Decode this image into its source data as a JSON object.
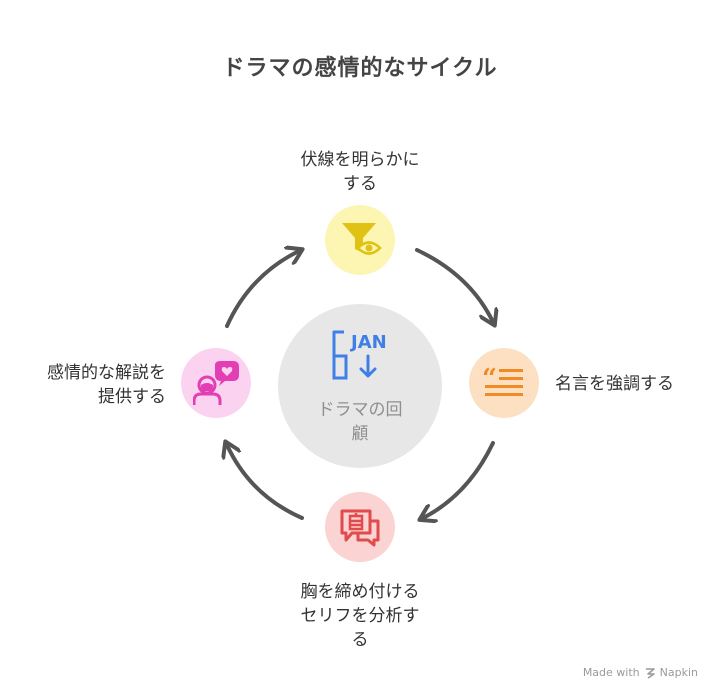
{
  "title": "ドラマの感情的なサイクル",
  "center": {
    "label_line1": "ドラマの回",
    "label_line2": "顧",
    "icon": "calendar-jan-download-icon"
  },
  "nodes": [
    {
      "id": "top",
      "label_line1": "伏線を明らかに",
      "label_line2": "する",
      "icon": "filter-eye-icon",
      "bg": "#fdf6b3",
      "color": "#e0c215"
    },
    {
      "id": "right",
      "label_line1": "名言を強調する",
      "icon": "quote-lines-icon",
      "bg": "#fde0c2",
      "color": "#f08a24"
    },
    {
      "id": "bottom",
      "label_line1": "胸を締め付ける",
      "label_line2": "セリフを分析す",
      "label_line3": "る",
      "icon": "speech-document-icon",
      "bg": "#fbd3d3",
      "color": "#e24b4b"
    },
    {
      "id": "left",
      "label_line1": "感情的な解説を",
      "label_line2": "提供する",
      "icon": "person-heart-chat-icon",
      "bg": "#fbd3f0",
      "color": "#e23fb5"
    }
  ],
  "footer": {
    "made_with": "Made with",
    "brand": "Napkin"
  },
  "colors": {
    "arrow": "#555555",
    "center_bg": "#e7e7e7",
    "center_icon": "#3f7fe6"
  }
}
